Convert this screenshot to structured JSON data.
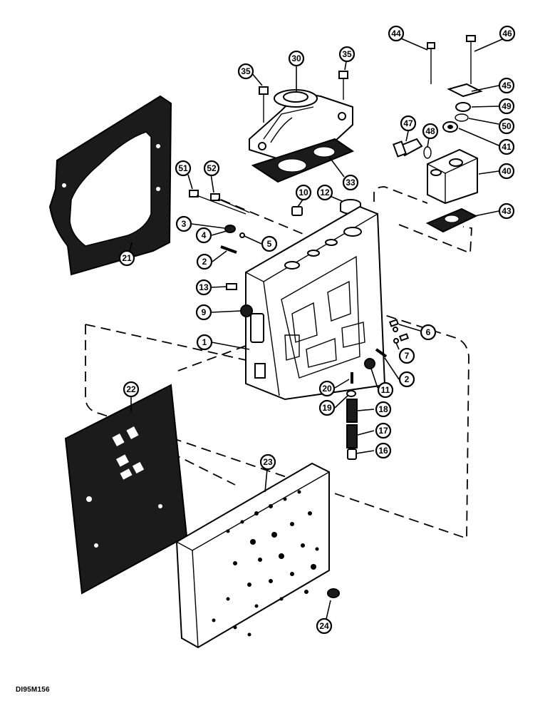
{
  "drawing_code": "DI95M156",
  "callouts": [
    "1",
    "2",
    "2",
    "3",
    "4",
    "5",
    "6",
    "7",
    "9",
    "10",
    "11",
    "12",
    "13",
    "16",
    "17",
    "18",
    "19",
    "20",
    "21",
    "22",
    "23",
    "24",
    "30",
    "33",
    "35",
    "35",
    "40",
    "41",
    "43",
    "44",
    "45",
    "46",
    "47",
    "48",
    "49",
    "50",
    "51",
    "52"
  ]
}
